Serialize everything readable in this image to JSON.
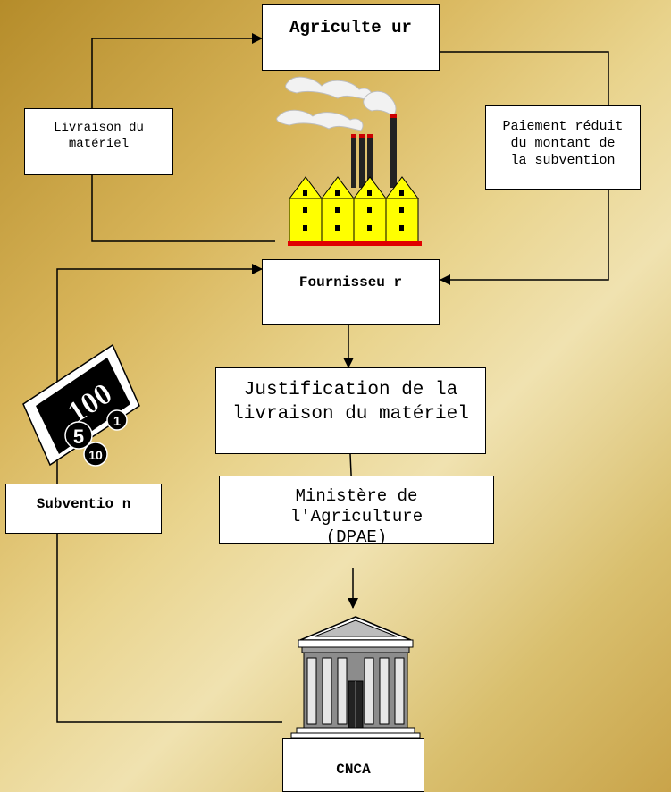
{
  "nodes": {
    "agriculteur": "Agriculte ur",
    "fournisseur": "Fournisseu r",
    "cnca": "CNCA",
    "justification": "Justification de la livraison du matériel",
    "ministere": "Ministère de l'Agriculture (DPAE)",
    "livraison": "Livraison du matériel",
    "paiement": "Paiement réduit du montant de la subvention",
    "subvention": "Subventio n"
  },
  "clipart": {
    "factory": "factory-icon",
    "money": "money-icon",
    "bank": "bank-building-icon",
    "banknote_value": "100",
    "coins": [
      "5",
      "10",
      "1"
    ]
  },
  "colors": {
    "factory_wall": "#ffff00",
    "factory_base": "#e00000"
  }
}
